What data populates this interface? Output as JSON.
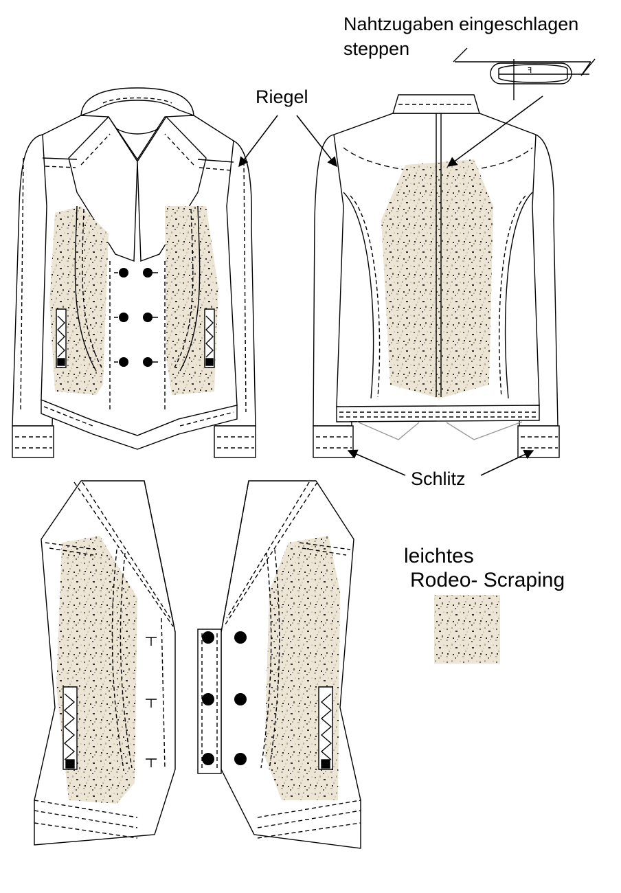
{
  "annotations": {
    "seam_note_line1": "Nahtzugaben eingeschlagen",
    "seam_note_line2": "steppen",
    "bartack": "Riegel",
    "vent": "Schlitz",
    "wash_line1": "leichtes",
    "wash_line2": "Rodeo- Scraping"
  },
  "swatch": {
    "base_color": "#ece4d4",
    "speckle_colors": [
      "#b8ae9a",
      "#6a665e",
      "#2e2e2e",
      "#d9cdb0"
    ]
  },
  "colors": {
    "line": "#000000",
    "fill": "#ffffff"
  },
  "views": [
    "front-view",
    "back-view",
    "front-detail-left",
    "front-detail-right",
    "seam-detail"
  ]
}
